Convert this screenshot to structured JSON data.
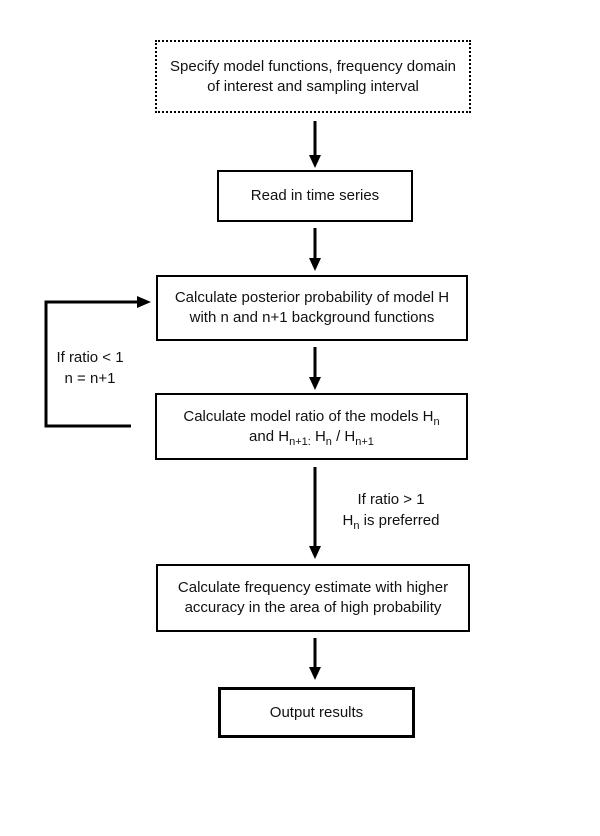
{
  "colors": {
    "background": "#ffffff",
    "stroke": "#000000",
    "text": "#111111"
  },
  "flowchart": {
    "nodes": [
      {
        "id": "specify",
        "border": "dotted",
        "lines": [
          [
            {
              "t": "Specify model functions, frequency domain"
            }
          ],
          [
            {
              "t": "of interest and sampling interval"
            }
          ]
        ]
      },
      {
        "id": "read",
        "border": "solid",
        "lines": [
          [
            {
              "t": "Read in time series"
            }
          ]
        ]
      },
      {
        "id": "posterior",
        "border": "solid",
        "lines": [
          [
            {
              "t": "Calculate posterior probability of model H"
            }
          ],
          [
            {
              "t": "with n and n+1 background functions"
            }
          ]
        ]
      },
      {
        "id": "ratio",
        "border": "solid",
        "lines": [
          [
            {
              "t": "Calculate model ratio of the models H"
            },
            {
              "t": "n",
              "sub": true
            }
          ],
          [
            {
              "t": "and H"
            },
            {
              "t": "n+1:",
              "sub": true
            },
            {
              "t": " H"
            },
            {
              "t": "n",
              "sub": true
            },
            {
              "t": " / H"
            },
            {
              "t": "n+1",
              "sub": true
            }
          ]
        ]
      },
      {
        "id": "frequency",
        "border": "solid",
        "lines": [
          [
            {
              "t": "Calculate frequency estimate with higher"
            }
          ],
          [
            {
              "t": "accuracy in the area of high probability"
            }
          ]
        ]
      },
      {
        "id": "output",
        "border": "bold",
        "lines": [
          [
            {
              "t": "Output results"
            }
          ]
        ]
      }
    ],
    "edges": [
      {
        "from": "specify",
        "to": "read"
      },
      {
        "from": "read",
        "to": "posterior"
      },
      {
        "from": "posterior",
        "to": "ratio"
      },
      {
        "from": "ratio",
        "to": "frequency",
        "label": [
          [
            {
              "t": "If ratio > 1"
            }
          ],
          [
            {
              "t": "H"
            },
            {
              "t": "n",
              "sub": true
            },
            {
              "t": " is preferred"
            }
          ]
        ]
      },
      {
        "from": "frequency",
        "to": "output"
      },
      {
        "from": "ratio",
        "to": "posterior",
        "label": [
          [
            {
              "t": "If ratio < 1"
            }
          ],
          [
            {
              "t": "n = n+1"
            }
          ]
        ]
      }
    ]
  }
}
